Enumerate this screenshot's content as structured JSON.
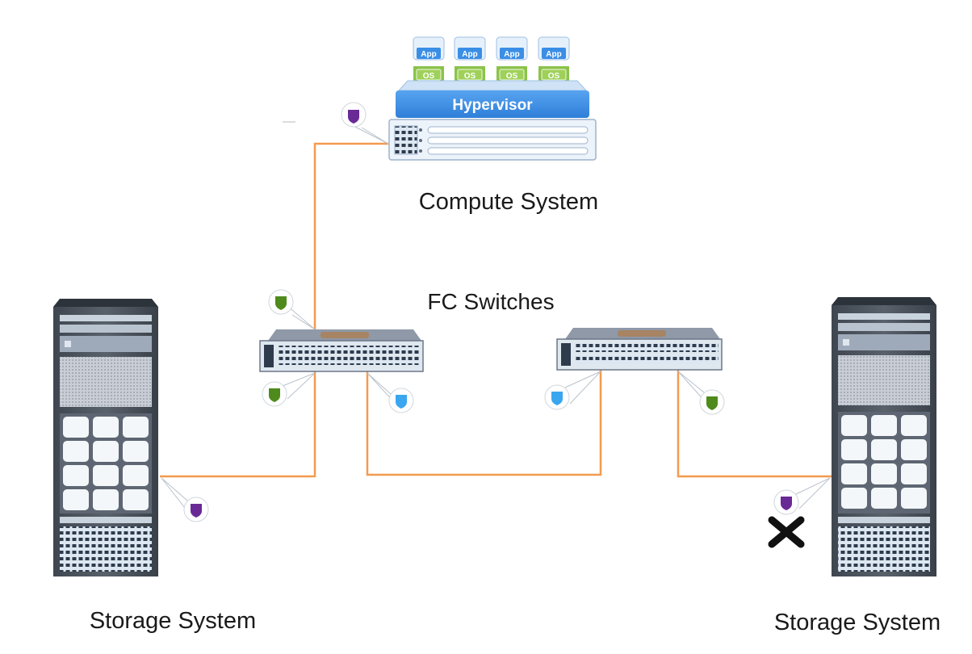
{
  "labels": {
    "compute_system": "Compute System",
    "fc_switches": "FC Switches",
    "storage_left": "Storage System",
    "storage_right": "Storage System"
  },
  "compute": {
    "hypervisor": "Hypervisor",
    "vms": [
      {
        "app": "App",
        "os": "OS"
      },
      {
        "app": "App",
        "os": "OS"
      },
      {
        "app": "App",
        "os": "OS"
      },
      {
        "app": "App",
        "os": "OS"
      }
    ]
  },
  "colors": {
    "link": "#f39a4e",
    "port_purple": "#6a2a96",
    "port_green": "#4f8a1c",
    "port_blue": "#3aa6ef",
    "failure_mark": "#111111",
    "hypervisor_blue": "#3a8ee6",
    "vm_green": "#8bc34a"
  },
  "status": {
    "failed_port": "right-storage-port"
  }
}
